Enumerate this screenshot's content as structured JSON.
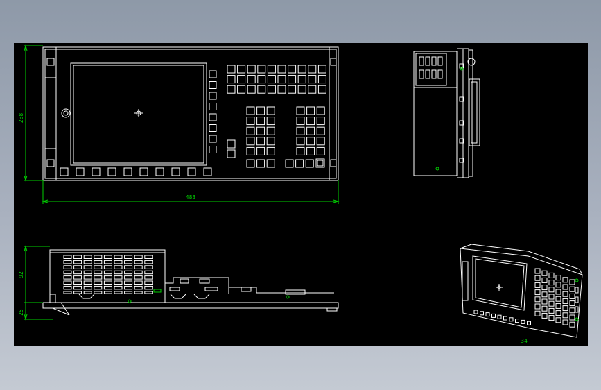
{
  "drawing": {
    "title": "",
    "line_color": "#ffffff",
    "dim_color": "#00d000",
    "accent_color": "#00d000"
  },
  "dimensions": {
    "height_label": "288",
    "width_label": "483",
    "depth_label": "92",
    "base_label": "25",
    "iso_label": "34"
  }
}
